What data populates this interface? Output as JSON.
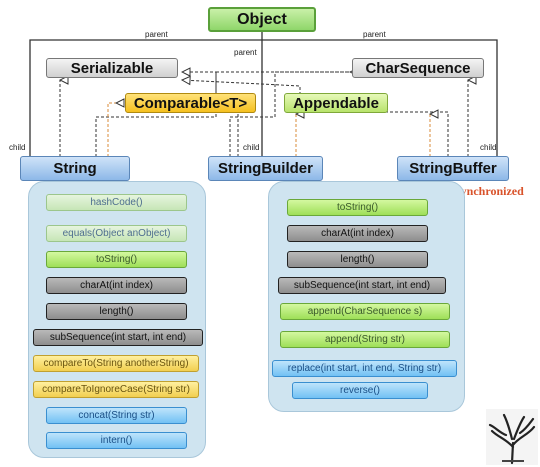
{
  "nodes": {
    "object": "Object",
    "serializable": "Serializable",
    "charsequence": "CharSequence",
    "comparable": "Comparable<T>",
    "appendable": "Appendable",
    "string": "String",
    "stringbuilder": "StringBuilder",
    "stringbuffer": "StringBuffer"
  },
  "edge_labels": {
    "parent_left": "parent",
    "parent_center": "parent",
    "parent_right": "parent",
    "child_left": "child",
    "child_center": "child",
    "child_right": "child"
  },
  "synchronized_note": "synchronized",
  "string_methods": [
    "hashCode()",
    "equals(Object anObject)",
    "toString()",
    "charAt(int index)",
    "length()",
    "subSequence(int start, int end)",
    "compareTo(String anotherString)",
    "compareToIgnoreCase(String str)",
    "concat(String str)",
    "intern()"
  ],
  "builder_methods": [
    "toString()",
    "charAt(int index)",
    "length()",
    "subSequence(int start, int end)",
    "append(CharSequence s)",
    "append(String str)",
    "replace(int start, int end, String str)",
    "reverse()"
  ],
  "colors": {
    "object_green": "#8fd66a",
    "comparable_yellow": "#f5c020",
    "appendable_green": "#b8e36c",
    "class_blue": "#8db8e8",
    "panel_blue": "#cfe4f0",
    "synchronized_orange": "#d9532b"
  }
}
